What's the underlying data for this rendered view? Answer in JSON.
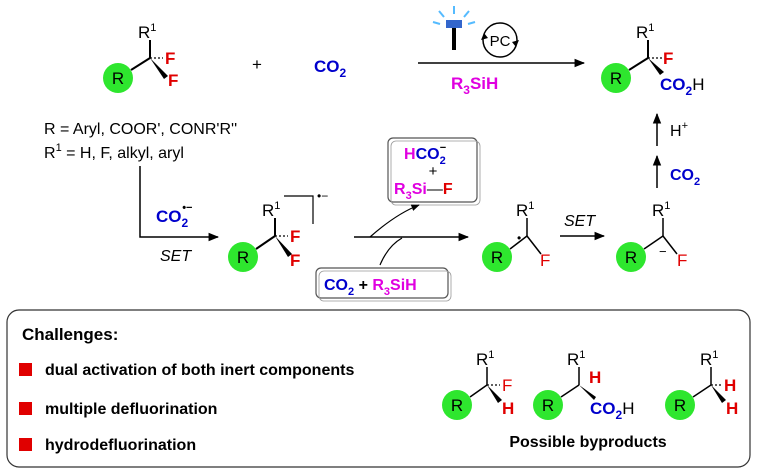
{
  "colors": {
    "ring_green": "#2ee62e",
    "fluorine_red": "#e00000",
    "hydrogen_red": "#e00000",
    "co2_blue": "#0000cc",
    "silane_magenta": "#e000e0",
    "black": "#000000",
    "box_stroke": "#555555",
    "bullet_red": "#e00000"
  },
  "icons": [
    "light-bulb-icon",
    "catalytic-cycle-icon"
  ],
  "atoms": {
    "R": "R",
    "F": "F",
    "H": "H",
    "R1": "R",
    "sup1": "1"
  },
  "reaction": {
    "plus": "+",
    "co2": "CO",
    "co2_sub": "2",
    "catalyst": "PC",
    "silane_pre": "R",
    "silane_sub": "3",
    "silane_post": "SiH",
    "product_co2h_pre": "CO",
    "product_co2h_sub": "2",
    "product_co2h_post": "H"
  },
  "scope": {
    "r_def": "R = Aryl, COOR', CONR'R''",
    "r1_def_pre": "R",
    "r1_def_sup": "1",
    "r1_def_post": " = H, F, alkyl, aryl"
  },
  "mechanism": {
    "radical_anion_pre": "CO",
    "radical_anion_sub": "2",
    "radical_anion_sup": "•−",
    "set1": "SET",
    "set2": "SET",
    "bracket_charge": "•−",
    "box_top_h": "H",
    "box_top_co": "CO",
    "box_top_sub": "2",
    "box_top_sup": "−",
    "box_plus": "+",
    "box_silyl_pre": "R",
    "box_silyl_sub": "3",
    "box_silyl_mid": "Si",
    "box_silyl_bond": "—",
    "box_silyl_f": "F",
    "reagent_co2": "CO",
    "reagent_sub": "2",
    "reagent_plus": " + ",
    "reagent_silane_pre": "R",
    "reagent_silane_sub": "3",
    "reagent_silane_post": "SiH",
    "radical_dot": "•",
    "anion_charge": "−",
    "proton": "H",
    "proton_sup": "+",
    "co2_step": "CO",
    "co2_step_sub": "2"
  },
  "challenges": {
    "title": "Challenges:",
    "items": [
      "dual activation of both inert components",
      "multiple defluorination",
      "hydrodefluorination"
    ],
    "byproducts_caption": "Possible byproducts"
  }
}
